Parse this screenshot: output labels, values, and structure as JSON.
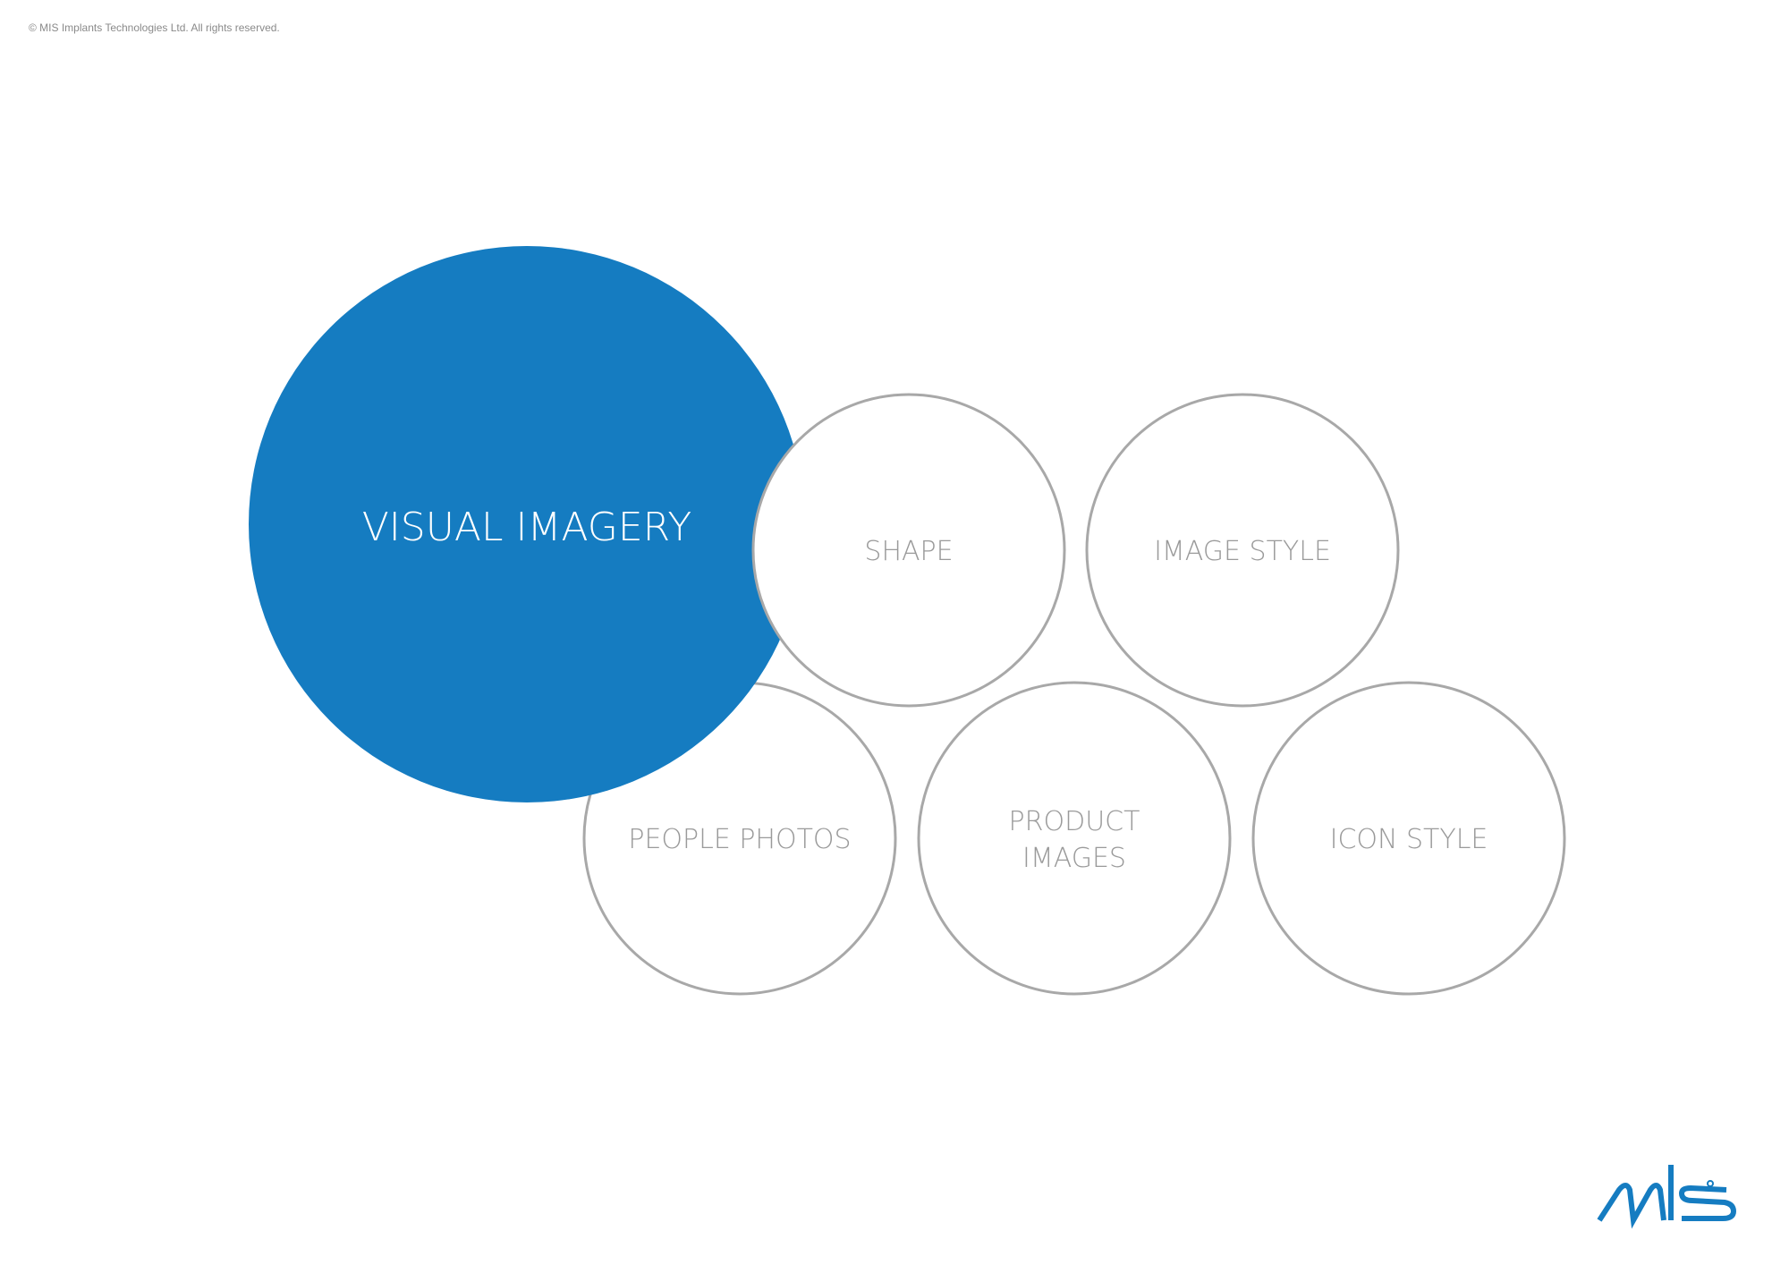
{
  "copyright": "© MIS Implants Technologies Ltd. All rights reserved.",
  "colors": {
    "accent": "#157cc1",
    "outline": "#a8a8a8",
    "label": "#9a9a9a"
  },
  "main_topic": "VISUAL IMAGERY",
  "topics": {
    "shape": "SHAPE",
    "image_style": "IMAGE STYLE",
    "people_photos": "PEOPLE PHOTOS",
    "product_images_line1": "PRODUCT",
    "product_images_line2": "IMAGES",
    "icon_style": "ICON STYLE"
  },
  "logo": {
    "text": "mis"
  }
}
